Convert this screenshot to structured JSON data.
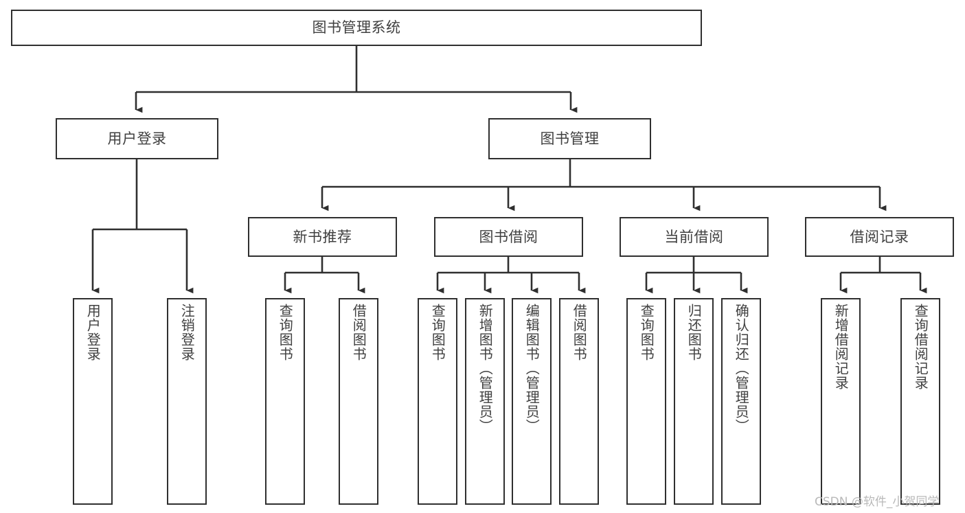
{
  "diagram": {
    "title": "图书管理系统",
    "type": "tree-hierarchy",
    "root": {
      "id": "root",
      "label": "图书管理系统"
    },
    "level1": [
      {
        "id": "user-login",
        "label": "用户登录"
      },
      {
        "id": "book-manage",
        "label": "图书管理"
      }
    ],
    "level2": [
      {
        "id": "new-book-recommend",
        "label": "新书推荐",
        "parent": "book-manage"
      },
      {
        "id": "book-borrow",
        "label": "图书借阅",
        "parent": "book-manage"
      },
      {
        "id": "current-borrow",
        "label": "当前借阅",
        "parent": "book-manage"
      },
      {
        "id": "borrow-record",
        "label": "借阅记录",
        "parent": "book-manage"
      }
    ],
    "leaves": [
      {
        "id": "leaf-user-login",
        "label": "用户登录",
        "parent": "user-login"
      },
      {
        "id": "leaf-logout-login",
        "label": "注销登录",
        "parent": "user-login"
      },
      {
        "id": "leaf-query-book-1",
        "label": "查询图书",
        "parent": "new-book-recommend"
      },
      {
        "id": "leaf-borrow-book-1",
        "label": "借阅图书",
        "parent": "new-book-recommend"
      },
      {
        "id": "leaf-query-book-2",
        "label": "查询图书",
        "parent": "book-borrow"
      },
      {
        "id": "leaf-add-book",
        "label": "新增图书（管理员）",
        "parent": "book-borrow"
      },
      {
        "id": "leaf-edit-book",
        "label": "编辑图书（管理员）",
        "parent": "book-borrow"
      },
      {
        "id": "leaf-borrow-book-2",
        "label": "借阅图书",
        "parent": "book-borrow"
      },
      {
        "id": "leaf-query-book-3",
        "label": "查询图书",
        "parent": "current-borrow"
      },
      {
        "id": "leaf-return-book",
        "label": "归还图书",
        "parent": "current-borrow"
      },
      {
        "id": "leaf-confirm-return",
        "label": "确认归还（管理员）",
        "parent": "current-borrow"
      },
      {
        "id": "leaf-add-record",
        "label": "新增借阅记录",
        "parent": "borrow-record"
      },
      {
        "id": "leaf-query-record",
        "label": "查询借阅记录",
        "parent": "borrow-record"
      }
    ],
    "colors": {
      "stroke": "#2f2f2f",
      "text": "#404040",
      "background": "#ffffff",
      "watermark": "#b9b9b9"
    }
  },
  "watermark": {
    "text": "CSDN @软件_小贺同学"
  }
}
